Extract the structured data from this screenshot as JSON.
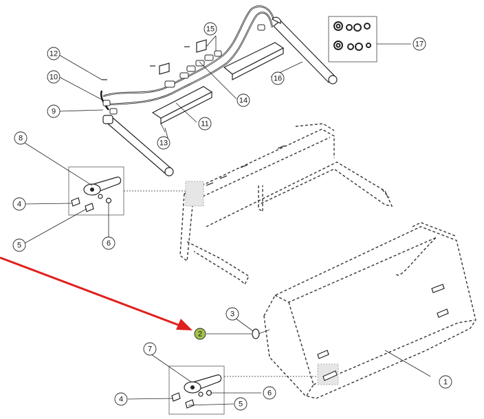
{
  "callouts": [
    {
      "id": "c1",
      "label": "1",
      "highlight": false
    },
    {
      "id": "c2",
      "label": "2",
      "highlight": true
    },
    {
      "id": "c3",
      "label": "3",
      "highlight": false
    },
    {
      "id": "c4a",
      "label": "4",
      "highlight": false
    },
    {
      "id": "c4b",
      "label": "4",
      "highlight": false
    },
    {
      "id": "c5a",
      "label": "5",
      "highlight": false
    },
    {
      "id": "c5b",
      "label": "5",
      "highlight": false
    },
    {
      "id": "c6a",
      "label": "6",
      "highlight": false
    },
    {
      "id": "c6b",
      "label": "6",
      "highlight": false
    },
    {
      "id": "c7",
      "label": "7",
      "highlight": false
    },
    {
      "id": "c8",
      "label": "8",
      "highlight": false
    },
    {
      "id": "c9",
      "label": "9",
      "highlight": false
    },
    {
      "id": "c10",
      "label": "10",
      "highlight": false
    },
    {
      "id": "c11",
      "label": "11",
      "highlight": false
    },
    {
      "id": "c12",
      "label": "12",
      "highlight": false
    },
    {
      "id": "c13",
      "label": "13",
      "highlight": false
    },
    {
      "id": "c14",
      "label": "14",
      "highlight": false
    },
    {
      "id": "c15",
      "label": "15",
      "highlight": false
    },
    {
      "id": "c16",
      "label": "16",
      "highlight": false
    },
    {
      "id": "c17",
      "label": "17",
      "highlight": false
    }
  ],
  "colors": {
    "arrow": "#e0201c",
    "highlight_fill": "#a3c24a",
    "callout_fill": "#ffffff",
    "line": "#222222"
  }
}
